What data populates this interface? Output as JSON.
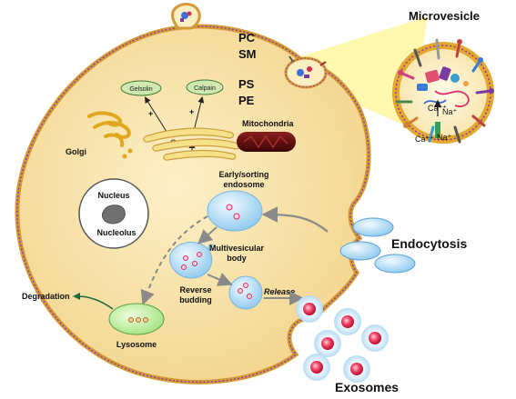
{
  "membrane_labels": {
    "pc": "PC",
    "sm": "SM",
    "ps": "PS",
    "pe": "PE"
  },
  "signaling": {
    "gelsolin": "Gelsolin",
    "calpain": "Calpain",
    "plus": "+",
    "calcium": "Ca²⁺"
  },
  "organelles": {
    "golgi": "Golgi",
    "mitochondria": "Mitochondria",
    "nucleus": "Nucleus",
    "nucleolus": "Nucleolus",
    "endosome_line1": "Early/sorting",
    "endosome_line2": "endosome",
    "mvb_line1": "Multivesicular",
    "mvb_line2": "body",
    "reverse_line1": "Reverse",
    "reverse_line2": "budding",
    "lysosome": "Lysosome",
    "degradation": "Degradation",
    "release": "Release"
  },
  "external": {
    "microvesicle": "Microvesicle",
    "endocytosis": "Endocytosis",
    "exosomes": "Exosomes",
    "mv_ca": "Ca⁺⁺",
    "mv_na": "Na⁺"
  },
  "colors": {
    "cytoplasm": "#f6dfa0",
    "membrane": "#d49a3a",
    "membrane_dots": "#8a3a9a",
    "vesicle_blue": "#bfe0f4",
    "mitochondria": "#5a0c0c",
    "lysosome": "#c7f0a8",
    "exosome_core": "#e0204a",
    "highlight_beam": "#fff7a0"
  }
}
